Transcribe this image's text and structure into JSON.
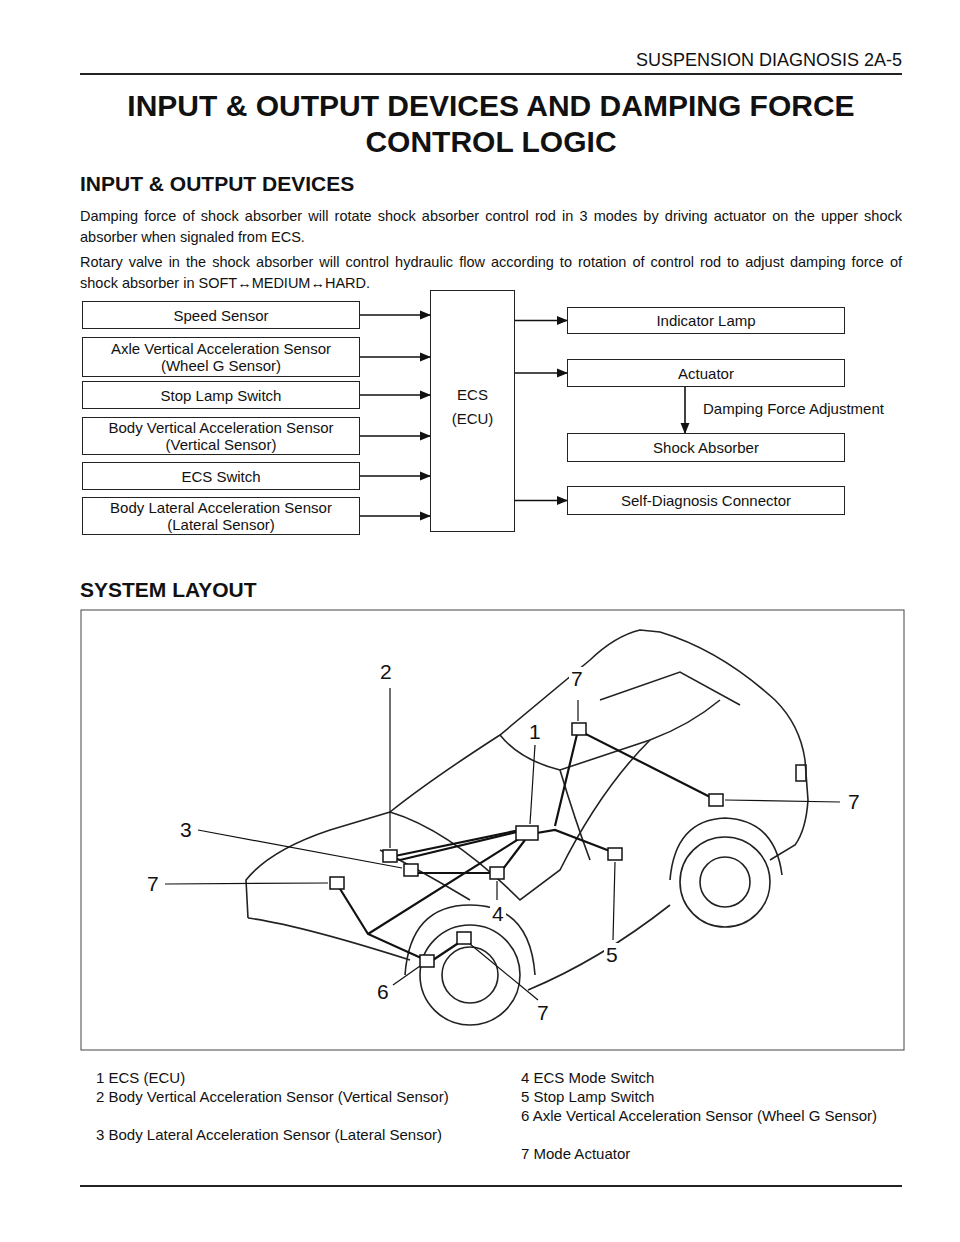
{
  "diagram": {
    "title": "INPUT & OUTPUT DEVICES AND DAMPING FORCE CONTROL LOGIC",
    "nodes": [
      {
        "text": [
          "Speed Sensor"
        ]
      },
      {
        "text": [
          "Axle Vertical Acceleration Sensor (Wheel G Sensor)"
        ]
      },
      {
        "text": [
          "Stop Lamp Switch"
        ]
      },
      {
        "text": [
          "Body Vertical Acceleration Sensor (Vertical Sensor)"
        ]
      },
      {
        "text": [
          "ECS Switch"
        ]
      },
      {
        "text": [
          "Body Lateral Acceleration Sensor (Lateral Sensor)"
        ]
      },
      {
        "text": [
          "ECS (ECU)"
        ]
      },
      {
        "text": [
          "Indicator Lamp"
        ]
      },
      {
        "text": [
          "Actuator"
        ]
      },
      {
        "text": [
          "Shock Absorber"
        ]
      },
      {
        "text": [
          "Self-Diagnosis Connector"
        ]
      }
    ],
    "edges": [
      {
        "from": 0,
        "to": 6,
        "arrow": "to"
      },
      {
        "from": 1,
        "to": 6,
        "arrow": "to"
      },
      {
        "from": 2,
        "to": 6,
        "arrow": "to"
      },
      {
        "from": 3,
        "to": 6,
        "arrow": "to"
      },
      {
        "from": 4,
        "to": 6,
        "arrow": "to"
      },
      {
        "from": 5,
        "to": 6,
        "arrow": "to"
      },
      {
        "from": 6,
        "to": 7,
        "arrow": "to"
      },
      {
        "from": 6,
        "to": 8,
        "arrow": "to"
      },
      {
        "from": 8,
        "to": 9,
        "label": "Damping Force Adjustment",
        "arrow": "to"
      },
      {
        "from": 6,
        "to": 10,
        "arrow": "to"
      }
    ],
    "labels": [
      "SUSPENSION DIAGNOSIS 2A-5",
      "INPUT & OUTPUT DEVICES",
      "Damping force of shock absorber will rotate shock absorber control rod in 3 modes by driving actuator on the upper shock absorber when signaled from ECS.",
      "Rotary valve in the shock absorber will control hydraulic flow according to rotation of control rod to adjust damping force of shock absorber in SOFT↔MEDIUM↔HARD.",
      "SYSTEM LAYOUT",
      "2",
      "7",
      "1",
      "7",
      "3",
      "7",
      "4",
      "5",
      "6",
      "7",
      "1 ECS (ECU)",
      "2 Body Vertical Acceleration Sensor (Vertical Sensor)",
      "3 Body Lateral Acceleration Sensor (Lateral Sensor)",
      "4 ECS Mode Switch",
      "5 Stop Lamp Switch",
      "6 Axle Vertical Acceleration Sensor (Wheel G Sensor)",
      "7 Mode Actuator"
    ]
  }
}
